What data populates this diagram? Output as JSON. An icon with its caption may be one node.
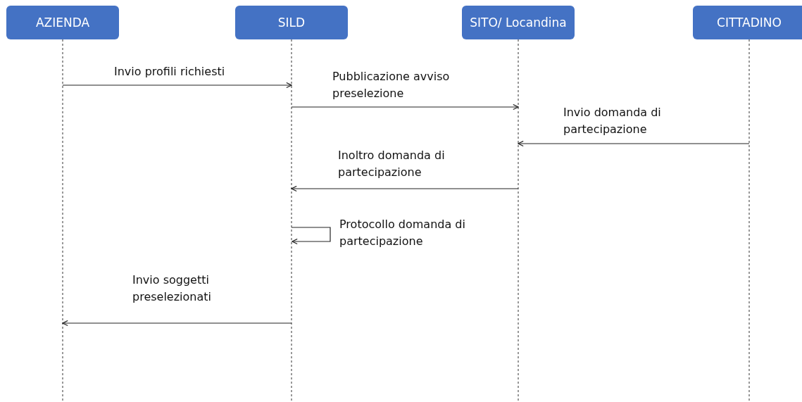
{
  "diagram": {
    "nodes": [
      {
        "text": [
          "AZIENDA"
        ]
      },
      {
        "text": [
          "SILD"
        ]
      },
      {
        "text": [
          "SITO/ Locandina"
        ]
      },
      {
        "text": [
          "CITTADINO"
        ]
      }
    ],
    "edges": [
      {
        "from": 0,
        "to": 1,
        "arrow": "to",
        "label": "Invio profili richiesti"
      },
      {
        "from": 1,
        "to": 2,
        "arrow": "to",
        "label": "Pubblicazione avviso preselezione"
      },
      {
        "from": 3,
        "to": 2,
        "arrow": "to",
        "label": "Invio domanda di partecipazione"
      },
      {
        "from": 2,
        "to": 1,
        "arrow": "to",
        "label": "Inoltro domanda di partecipazione"
      },
      {
        "from": 1,
        "to": 1,
        "arrow": "to",
        "label": "Protocollo domanda di partecipazione"
      },
      {
        "from": 1,
        "to": 0,
        "arrow": "to",
        "label": "Invio soggetti preselezionati"
      }
    ]
  }
}
